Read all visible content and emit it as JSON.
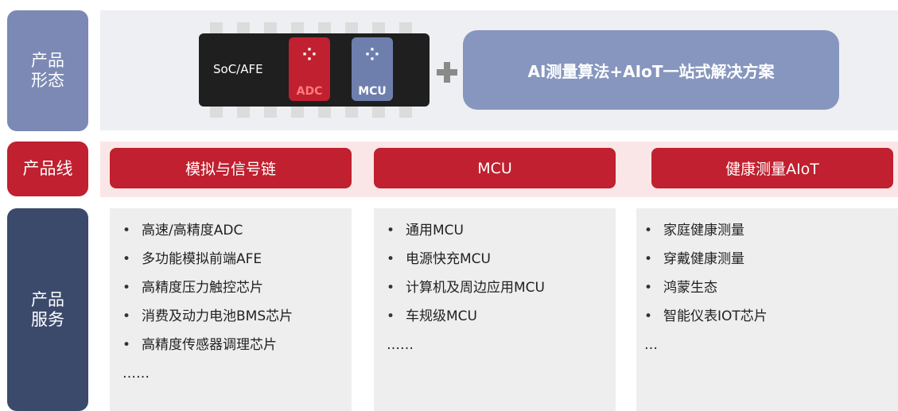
{
  "rows": {
    "product_form": {
      "label_line1": "产品",
      "label_line2": "形态"
    },
    "product_line": {
      "label": "产品线"
    },
    "product_service": {
      "label_line1": "产品",
      "label_line2": "服务"
    }
  },
  "product_form": {
    "chip_text": "SoC/AFE",
    "badges": [
      {
        "text": "ADC",
        "icon": "adc-chip-icon"
      },
      {
        "text": "MCU",
        "icon": "mcu-chip-icon"
      }
    ],
    "plus_icon": "plus-icon",
    "solution_text": "AI测量算法+AIoT一站式解决方案"
  },
  "product_lines": [
    {
      "label": "模拟与信号链"
    },
    {
      "label": "MCU"
    },
    {
      "label": "健康测量AIoT"
    }
  ],
  "services": [
    {
      "items": [
        "高速/高精度ADC",
        "多功能模拟前端AFE",
        "高精度压力触控芯片",
        "消费及动力电池BMS芯片",
        "高精度传感器调理芯片"
      ],
      "more": "……"
    },
    {
      "items": [
        "通用MCU",
        "电源快充MCU",
        "计算机及周边应用MCU",
        "车规级MCU"
      ],
      "more": "……"
    },
    {
      "items": [
        "家庭健康测量",
        "穿戴健康测量",
        "鸿蒙生态",
        "智能仪表IOT芯片"
      ],
      "more": "…"
    }
  ],
  "colors": {
    "red": "#c0202f",
    "slate_blue": "#7b89b4",
    "navy": "#3b4a6b",
    "light_red": "#fbe6e7",
    "panel_gray": "#eeeeee"
  }
}
